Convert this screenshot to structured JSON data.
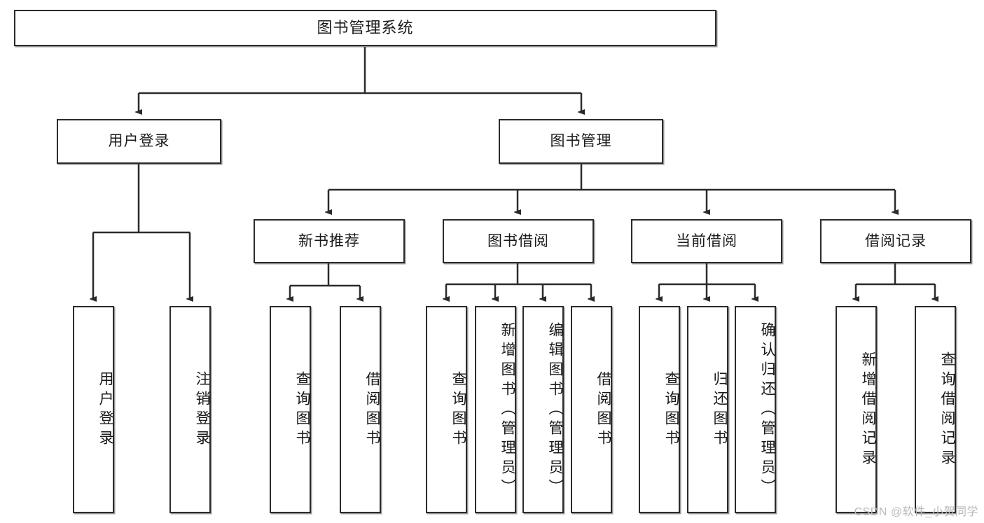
{
  "diagram": {
    "title": "图书管理系统",
    "type": "tree",
    "watermark": "CSDN @软件_小贺同学",
    "colors": {
      "background": "#ffffff",
      "node_border": "#2b2b2b",
      "node_fill": "#ffffff",
      "edge": "#2b2b2b",
      "text": "#1a1a1a",
      "watermark": "#b9b9b9"
    },
    "nodes": {
      "root": {
        "label": "图书管理系统"
      },
      "level2": [
        {
          "id": "user-login",
          "label": "用户登录"
        },
        {
          "id": "book-management",
          "label": "图书管理"
        }
      ],
      "level3": [
        {
          "id": "new-book-recommend",
          "label": "新书推荐"
        },
        {
          "id": "book-borrow",
          "label": "图书借阅"
        },
        {
          "id": "current-borrow",
          "label": "当前借阅"
        },
        {
          "id": "borrow-record",
          "label": "借阅记录"
        }
      ],
      "leaves": {
        "user_login": [
          {
            "id": "leaf-user-login",
            "label": "用户登录"
          },
          {
            "id": "leaf-logout-login",
            "label": "注销登录"
          }
        ],
        "new_book_recommend": [
          {
            "id": "leaf-query-book-1",
            "label": "查询图书"
          },
          {
            "id": "leaf-borrow-book-1",
            "label": "借阅图书"
          }
        ],
        "book_borrow": [
          {
            "id": "leaf-query-book-2",
            "label": "查询图书"
          },
          {
            "id": "leaf-add-book",
            "label": "新增图书（管理员）"
          },
          {
            "id": "leaf-edit-book",
            "label": "编辑图书（管理员）"
          },
          {
            "id": "leaf-borrow-book-2",
            "label": "借阅图书"
          }
        ],
        "current_borrow": [
          {
            "id": "leaf-query-book-3",
            "label": "查询图书"
          },
          {
            "id": "leaf-return-book",
            "label": "归还图书"
          },
          {
            "id": "leaf-confirm-return",
            "label": "确认归还（管理员）"
          }
        ],
        "borrow_record": [
          {
            "id": "leaf-add-record",
            "label": "新增借阅记录"
          },
          {
            "id": "leaf-query-record",
            "label": "查询借阅记录"
          }
        ]
      }
    }
  }
}
